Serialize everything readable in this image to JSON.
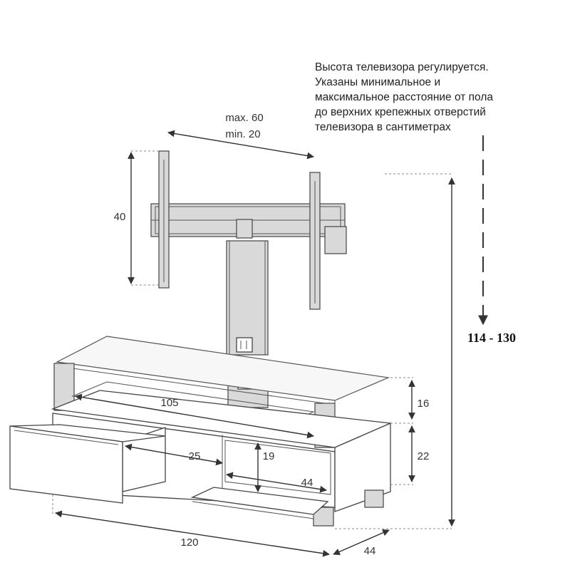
{
  "note": {
    "lines": [
      "Высота телевизора регулируется.",
      "Указаны минимальное и",
      "максимальное  расстояние от пола",
      "до верхних крепежных отверстий",
      "телевизора в сантиметрах"
    ]
  },
  "dimensions": {
    "bracket_width_max": "max. 60",
    "bracket_width_min": "min. 20",
    "bracket_height": "40",
    "total_height": "114 - 130",
    "shelf_width": "105",
    "glass_shelf_height": "16",
    "cabinet_height": "22",
    "drawer_depth": "25",
    "inner_height": "19",
    "inner_width": "44",
    "total_width": "120",
    "total_depth": "44"
  }
}
